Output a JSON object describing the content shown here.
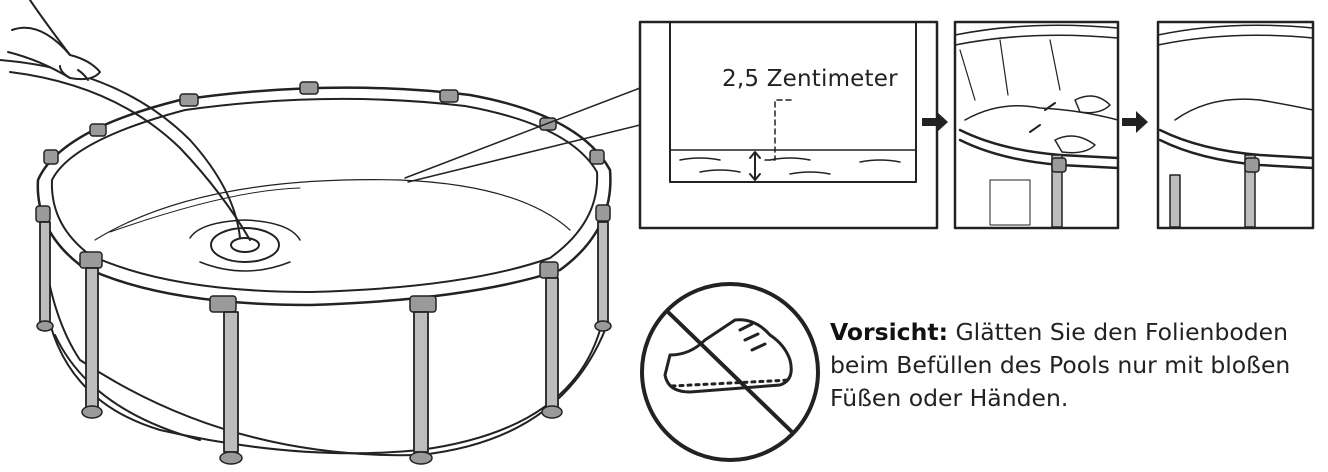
{
  "measurement_label": "2,5 Zentimeter",
  "caution": {
    "title": "Vorsicht:",
    "text": "Glätten Sie den Folienboden beim Befüllen des Pools nur mit bloßen Füßen oder Händen."
  },
  "icons": [
    "pool-filling-illustration",
    "water-level-detail",
    "arrow-right-icon",
    "smoothing-hands-panel",
    "smooth-floor-panel",
    "no-shoes-icon"
  ],
  "colors": {
    "line": "#222222",
    "frame_gray": "#bdbdbd",
    "joint_gray": "#9a9a9a"
  }
}
